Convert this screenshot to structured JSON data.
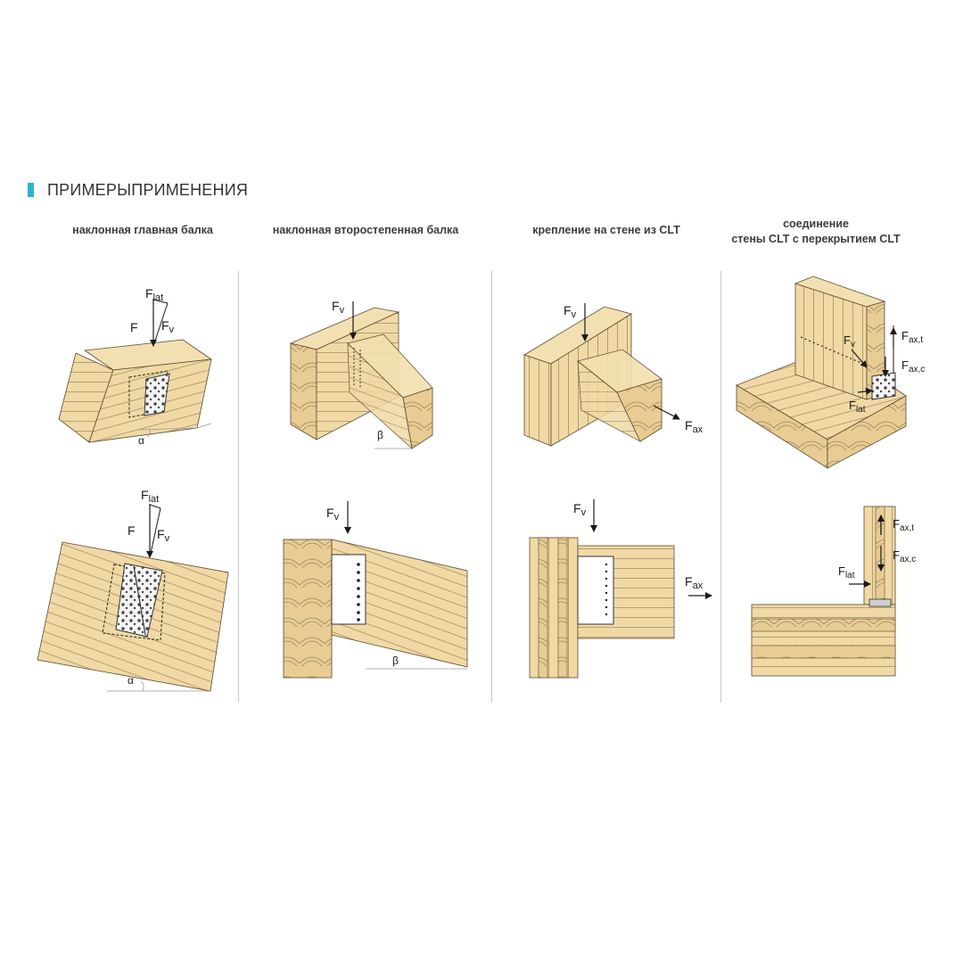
{
  "heading": "ПРИМЕРЫПРИМЕНЕНИЯ",
  "accent_color": "#29b6d1",
  "wood_color": "#f0d9a4",
  "columns": [
    {
      "title_lines": [
        "наклонная главная балка"
      ]
    },
    {
      "title_lines": [
        "наклонная второстепенная балка"
      ]
    },
    {
      "title_lines": [
        "крепление на стене из CLT"
      ]
    },
    {
      "title_lines": [
        "соединение",
        "стены CLT с перекрытием CLT"
      ]
    }
  ],
  "labels": {
    "F": "F",
    "F_sub_lat": "lat",
    "F_sub_v": "v",
    "F_sub_ax": "ax",
    "F_sub_axt": "ax,t",
    "F_sub_axc": "ax,c",
    "alpha": "α",
    "beta": "β"
  }
}
